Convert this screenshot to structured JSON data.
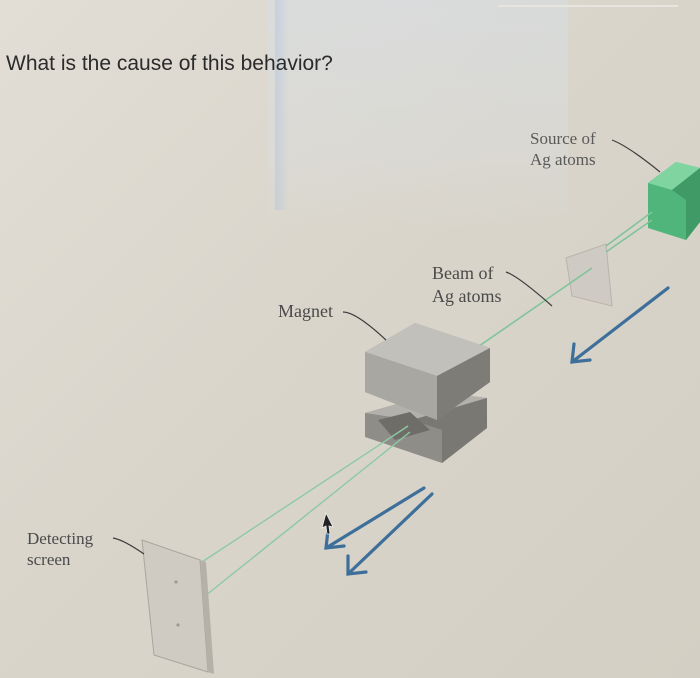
{
  "question": "What is the cause of this behavior?",
  "labels": {
    "source_line1": "Source of",
    "source_line2": "Ag atoms",
    "beam_line1": "Beam of",
    "beam_line2": "Ag atoms",
    "magnet": "Magnet",
    "detecting_line1": "Detecting",
    "detecting_line2": "screen"
  },
  "colors": {
    "beam": "#7fc49a",
    "source_box": "#4fb57a",
    "magnet": "#9a9893",
    "arrow": "#3d6f9a",
    "screen": "#cfcac2"
  },
  "icons": [
    "arrow-pointer-icon"
  ]
}
